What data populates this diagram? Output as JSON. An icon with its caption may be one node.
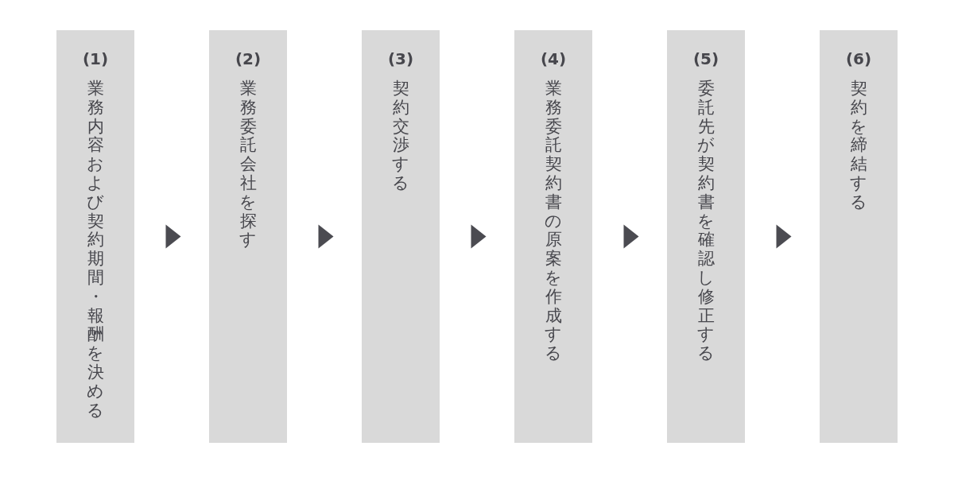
{
  "diagram": {
    "nodes": [
      {
        "text": [
          "(1)",
          "業務内容および契約期間・報酬を決める"
        ]
      },
      {
        "text": [
          "(2)",
          "業務委託会社を探す"
        ]
      },
      {
        "text": [
          "(3)",
          "契約交渉する"
        ]
      },
      {
        "text": [
          "(4)",
          "業務委託契約書の原案を作成する"
        ]
      },
      {
        "text": [
          "(5)",
          "委託先が契約書を確認し修正する"
        ]
      },
      {
        "text": [
          "(6)",
          "契約を締結する"
        ]
      }
    ],
    "edges": [
      {
        "from": 0,
        "to": 1,
        "arrow": "to"
      },
      {
        "from": 1,
        "to": 2,
        "arrow": "to"
      },
      {
        "from": 2,
        "to": 3,
        "arrow": "to"
      },
      {
        "from": 3,
        "to": 4,
        "arrow": "to"
      },
      {
        "from": 4,
        "to": 5,
        "arrow": "to"
      }
    ]
  }
}
